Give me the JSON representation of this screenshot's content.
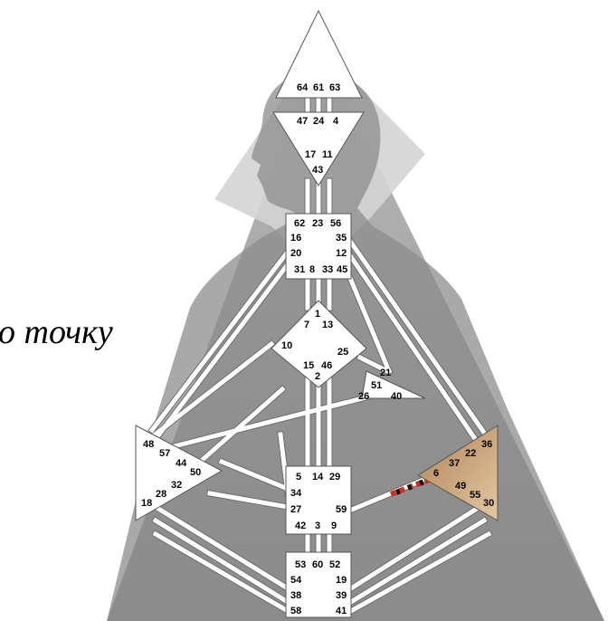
{
  "overlay_text": "о точку",
  "colors": {
    "background_triangle": "#9e9e9e",
    "silhouette_light": "#c8c8c8",
    "silhouette_dark": "#8f8f8f",
    "channel_white": "#ffffff",
    "center_white": "#ffffff",
    "spleen_defined": "#c8a079",
    "activation_red": "#d8281c",
    "activation_black": "#111111"
  },
  "centers": {
    "head": {
      "gates": [
        "64",
        "61",
        "63"
      ]
    },
    "ajna": {
      "gates": [
        "47",
        "24",
        "4",
        "17",
        "11",
        "43"
      ]
    },
    "throat": {
      "gates": [
        "62",
        "23",
        "56",
        "16",
        "35",
        "20",
        "12",
        "31",
        "8",
        "33",
        "45"
      ]
    },
    "g": {
      "gates": [
        "1",
        "7",
        "13",
        "10",
        "25",
        "15",
        "46",
        "2"
      ]
    },
    "heart": {
      "gates": [
        "21",
        "51",
        "26",
        "40"
      ]
    },
    "spleen": {
      "gates": [
        "48",
        "57",
        "44",
        "50",
        "32",
        "28",
        "18"
      ]
    },
    "solar_plexus": {
      "gates": [
        "36",
        "22",
        "37",
        "6",
        "49",
        "55",
        "30"
      ]
    },
    "sacral": {
      "gates": [
        "5",
        "14",
        "29",
        "34",
        "27",
        "59",
        "42",
        "3",
        "9"
      ]
    },
    "root": {
      "gates": [
        "53",
        "60",
        "52",
        "54",
        "19",
        "38",
        "39",
        "58",
        "41"
      ]
    }
  },
  "hanging_gate": "59-6"
}
